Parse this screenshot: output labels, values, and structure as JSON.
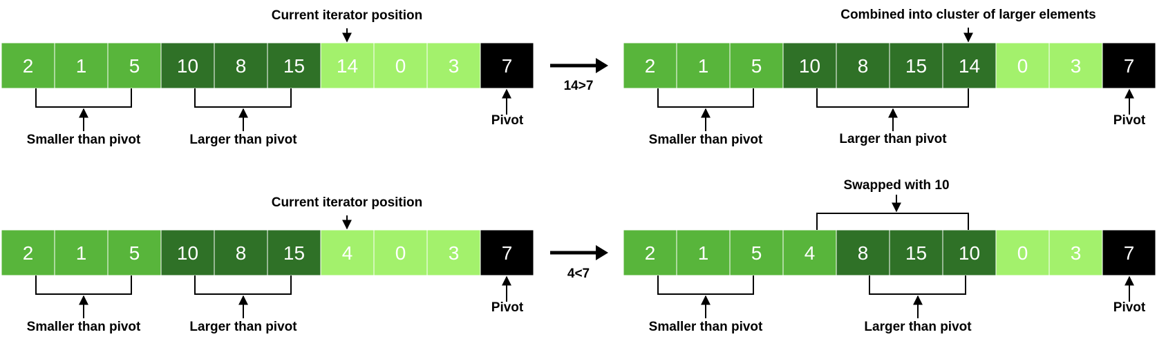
{
  "colors": {
    "small": "#58b53b",
    "large": "#2f7127",
    "unprocessed": "#a3f16c",
    "pivot": "#000000",
    "text_on_cells": "#ffffff"
  },
  "panels": [
    {
      "id": "top-left",
      "cells": [
        {
          "value": "2",
          "kind": "small"
        },
        {
          "value": "1",
          "kind": "small"
        },
        {
          "value": "5",
          "kind": "small"
        },
        {
          "value": "10",
          "kind": "large"
        },
        {
          "value": "8",
          "kind": "large"
        },
        {
          "value": "15",
          "kind": "large"
        },
        {
          "value": "14",
          "kind": "unprocessed"
        },
        {
          "value": "0",
          "kind": "unprocessed"
        },
        {
          "value": "3",
          "kind": "unprocessed"
        },
        {
          "value": "7",
          "kind": "pivot"
        }
      ],
      "top_annotation": "Current iterator position",
      "smaller_label": "Smaller than pivot",
      "larger_label": "Larger than pivot",
      "pivot_label": "Pivot"
    },
    {
      "id": "top-right",
      "cells": [
        {
          "value": "2",
          "kind": "small"
        },
        {
          "value": "1",
          "kind": "small"
        },
        {
          "value": "5",
          "kind": "small"
        },
        {
          "value": "10",
          "kind": "large"
        },
        {
          "value": "8",
          "kind": "large"
        },
        {
          "value": "15",
          "kind": "large"
        },
        {
          "value": "14",
          "kind": "large"
        },
        {
          "value": "0",
          "kind": "unprocessed"
        },
        {
          "value": "3",
          "kind": "unprocessed"
        },
        {
          "value": "7",
          "kind": "pivot"
        }
      ],
      "top_annotation": "Combined into cluster of larger elements",
      "smaller_label": "Smaller than pivot",
      "larger_label": "Larger than pivot",
      "pivot_label": "Pivot"
    },
    {
      "id": "bottom-left",
      "cells": [
        {
          "value": "2",
          "kind": "small"
        },
        {
          "value": "1",
          "kind": "small"
        },
        {
          "value": "5",
          "kind": "small"
        },
        {
          "value": "10",
          "kind": "large"
        },
        {
          "value": "8",
          "kind": "large"
        },
        {
          "value": "15",
          "kind": "large"
        },
        {
          "value": "4",
          "kind": "unprocessed"
        },
        {
          "value": "0",
          "kind": "unprocessed"
        },
        {
          "value": "3",
          "kind": "unprocessed"
        },
        {
          "value": "7",
          "kind": "pivot"
        }
      ],
      "top_annotation": "Current iterator position",
      "smaller_label": "Smaller than pivot",
      "larger_label": "Larger than pivot",
      "pivot_label": "Pivot"
    },
    {
      "id": "bottom-right",
      "cells": [
        {
          "value": "2",
          "kind": "small"
        },
        {
          "value": "1",
          "kind": "small"
        },
        {
          "value": "5",
          "kind": "small"
        },
        {
          "value": "4",
          "kind": "small"
        },
        {
          "value": "8",
          "kind": "large"
        },
        {
          "value": "15",
          "kind": "large"
        },
        {
          "value": "10",
          "kind": "large"
        },
        {
          "value": "0",
          "kind": "unprocessed"
        },
        {
          "value": "3",
          "kind": "unprocessed"
        },
        {
          "value": "7",
          "kind": "pivot"
        }
      ],
      "top_annotation": "Swapped with 10",
      "smaller_label": "Smaller than pivot",
      "larger_label": "Larger than pivot",
      "pivot_label": "Pivot"
    }
  ],
  "transitions": [
    {
      "label": "14>7"
    },
    {
      "label": "4<7"
    }
  ]
}
